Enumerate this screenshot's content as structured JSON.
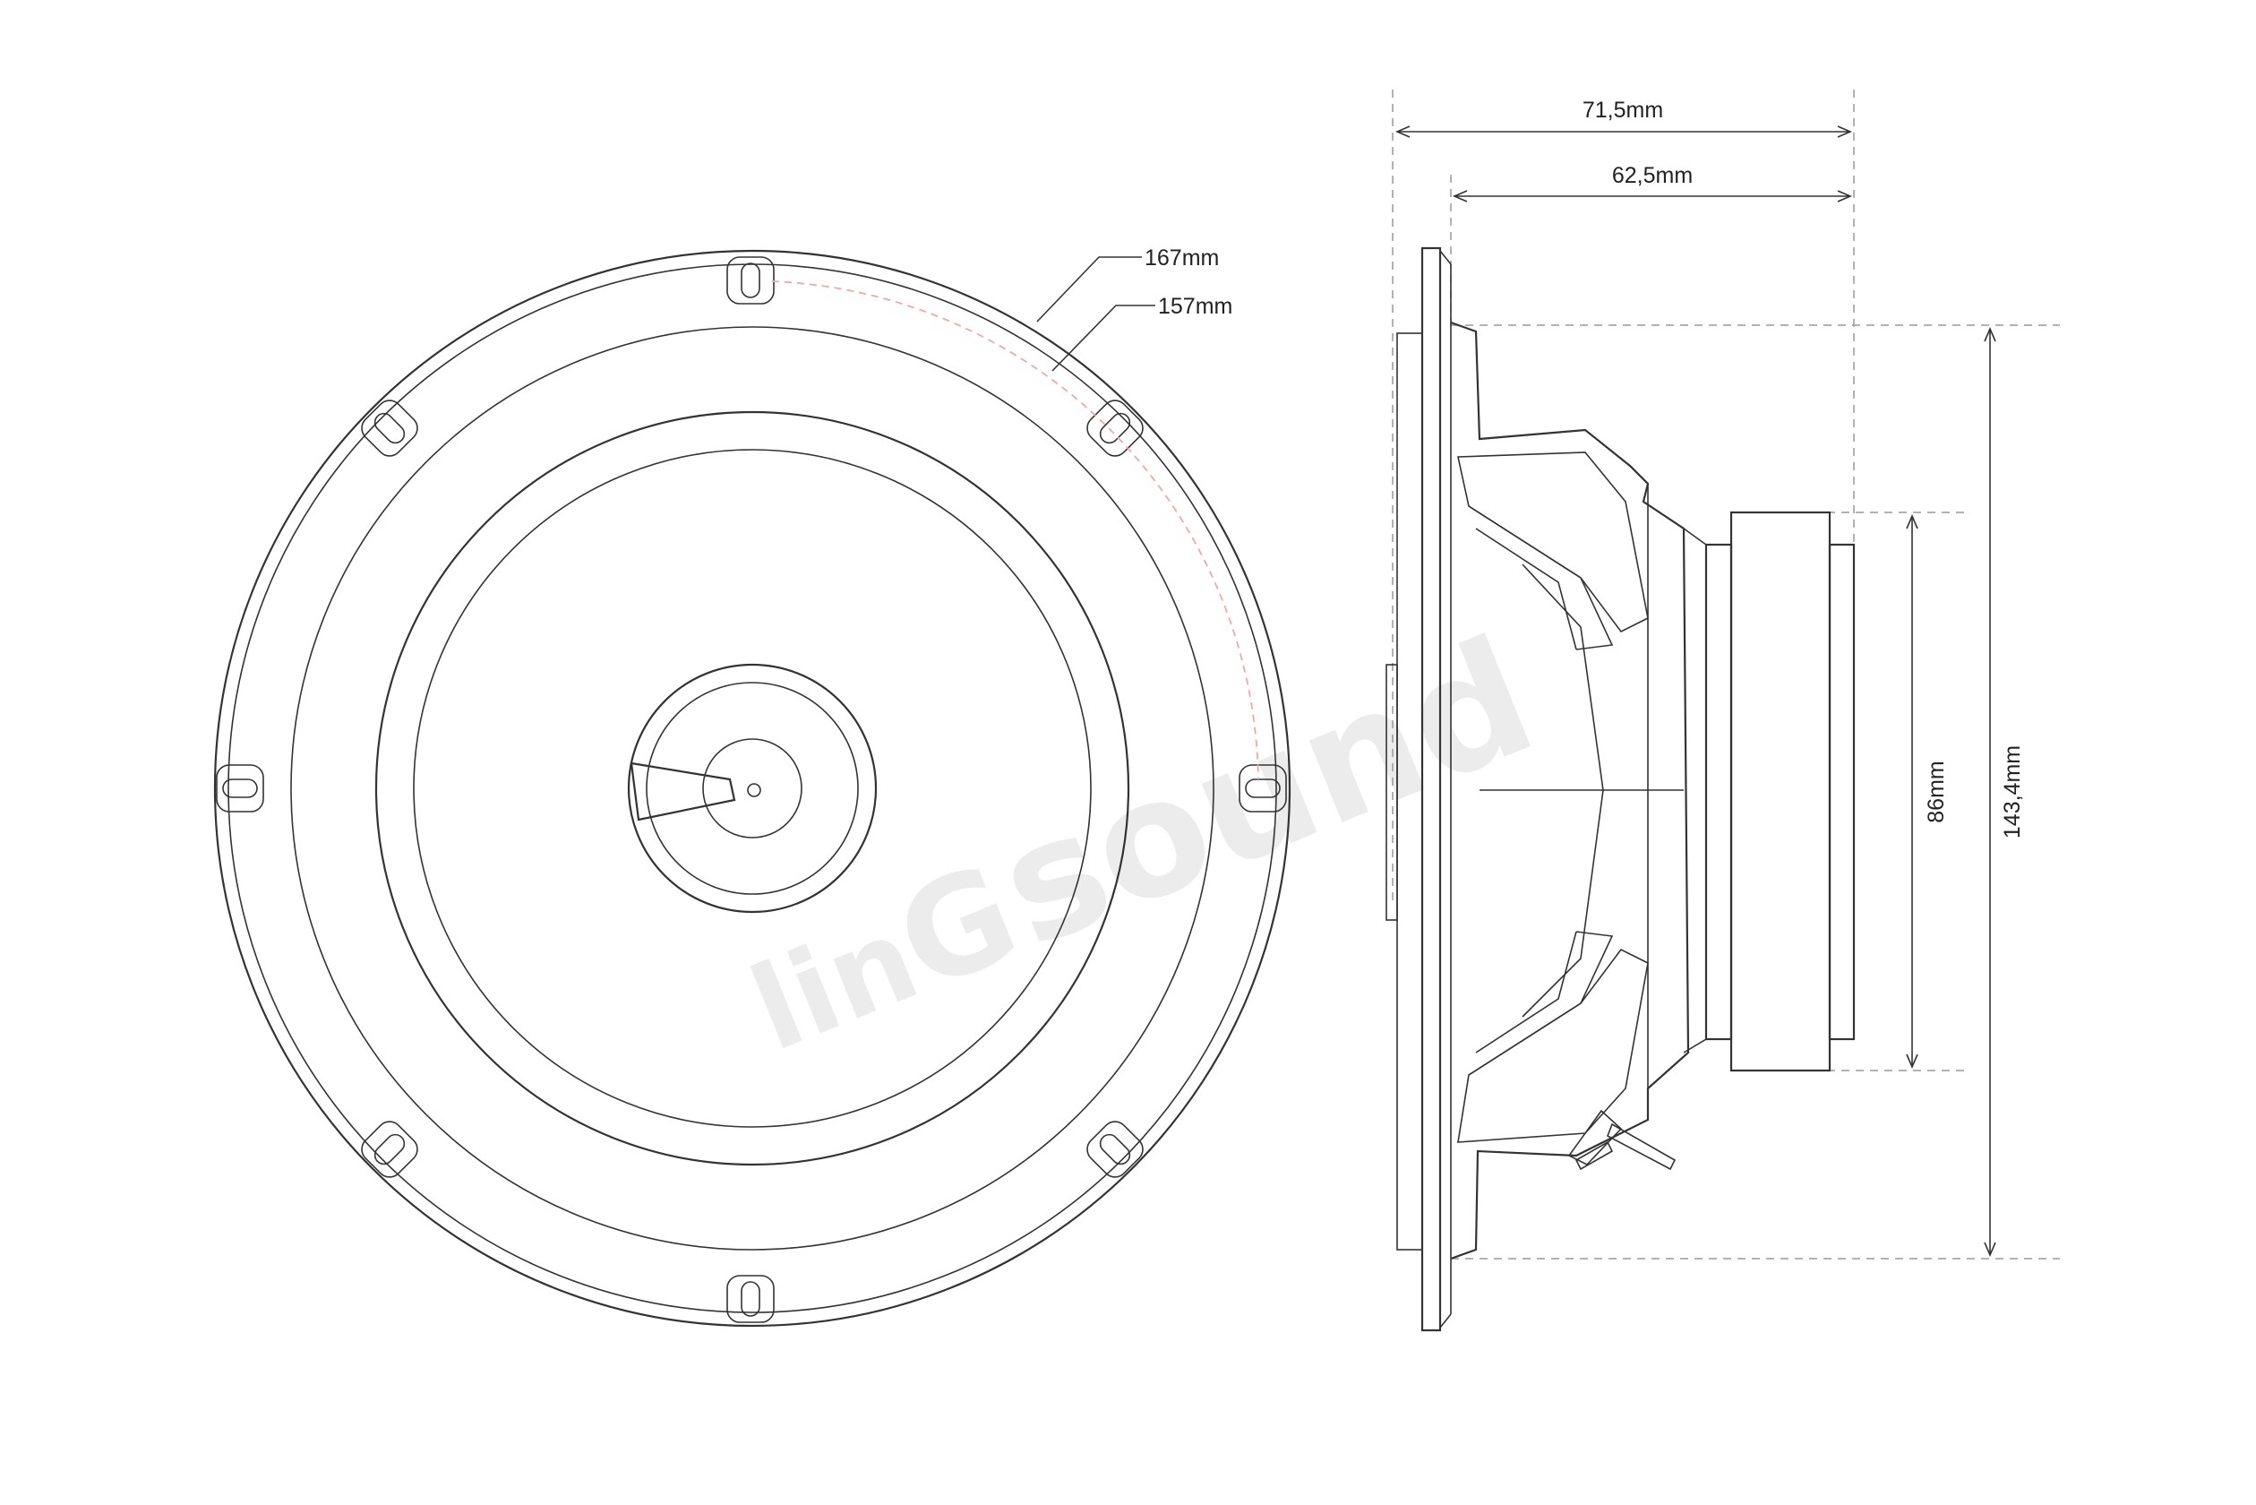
{
  "watermark": {
    "text_a": "lin",
    "text_b": "G",
    "text_c": "sound"
  },
  "front_view": {
    "outer_dim_label": "167mm",
    "inner_dim_label": "157mm",
    "icons": [
      "mounting-hole-icon",
      "tweeter-icon"
    ]
  },
  "side_view": {
    "total_depth_label": "71,5mm",
    "mount_depth_label": "62,5mm",
    "magnet_dia_label": "86mm",
    "cutout_dia_label": "143,4mm"
  }
}
